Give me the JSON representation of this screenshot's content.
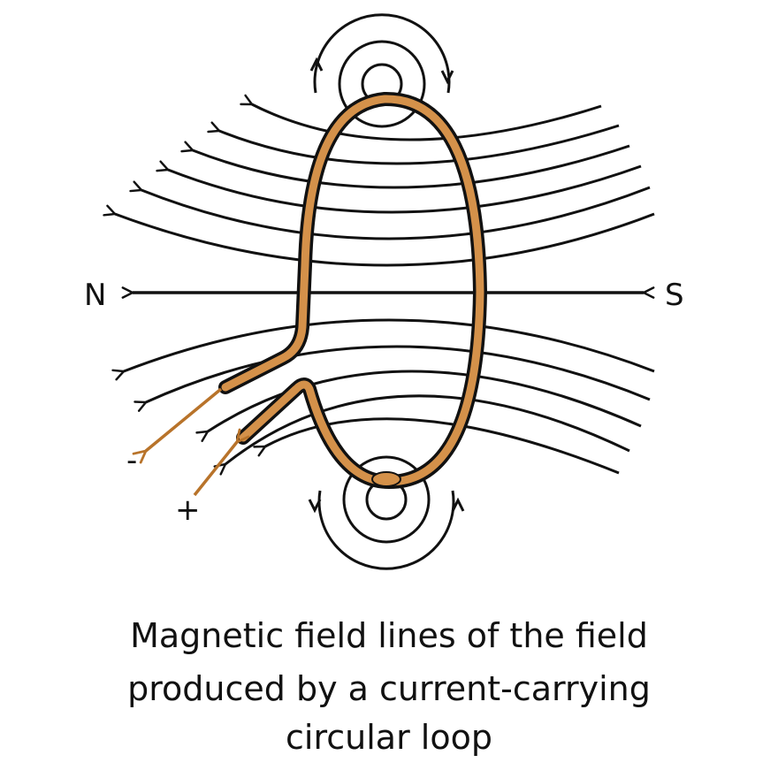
{
  "labels": {
    "north": "N",
    "south": "S",
    "minus": "-",
    "plus": "+"
  },
  "caption": [
    "Magnetic field lines of the field",
    "produced by a current-carrying",
    "circular loop"
  ],
  "colors": {
    "wire": "#D4914A",
    "lead": "#B8732A",
    "line": "#111111"
  }
}
